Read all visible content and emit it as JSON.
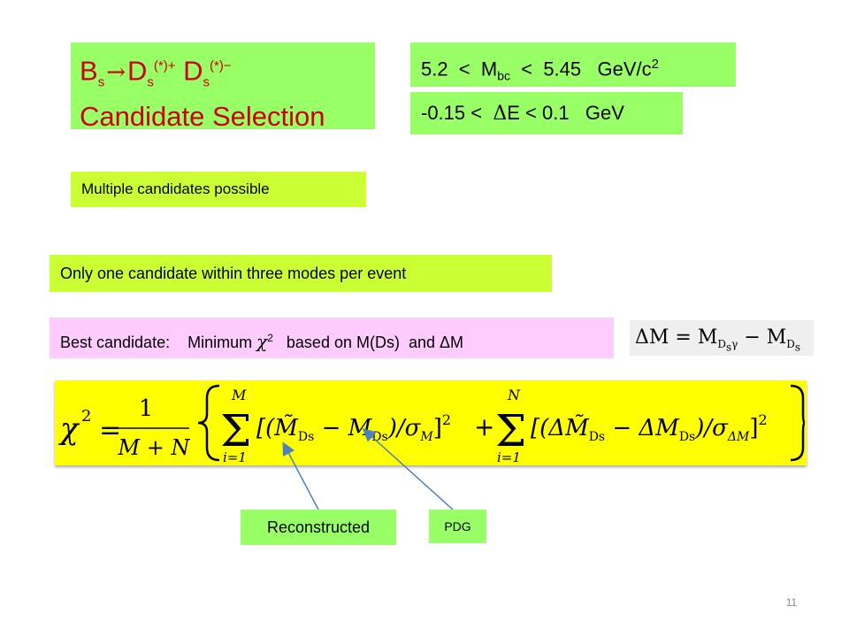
{
  "title": {
    "b": "B",
    "b_sub": "s",
    "arrow": "→",
    "d1": "D",
    "d1_sub": "s",
    "d1_sup": "(*)+",
    "d2": "D",
    "d2_sub": "s",
    "d2_sup": "(*)−",
    "line2": "Candidate Selection"
  },
  "cuts": {
    "mbc_low": "5.2  <  M",
    "mbc_sub": "bc",
    "mbc_high": "  <  5.45   GeV/c",
    "mbc_sup": "2",
    "de_low": "-0.15 <  ",
    "de_delta": "Δ",
    "de_rest": "E < 0.1   GeV"
  },
  "notes": {
    "multiple": "Multiple candidates possible",
    "only_one": "Only one candidate within three modes per event",
    "best_prefix": "Best candidate:    Minimum ",
    "best_chi": "χ",
    "best_chi_sup": "2",
    "best_suffix": "   based on M(Ds)  and ",
    "best_delta": "Δ",
    "best_m": "M"
  },
  "delta_m_formula": {
    "lhs": "ΔM = M",
    "sub1": "D",
    "sub1b": "s",
    "sub1c": "γ",
    "minus": " − M",
    "sub2": "D",
    "sub2b": "s"
  },
  "chi2_formula": {
    "lhs": "χ",
    "lhs_sup": "2",
    "eq": "=",
    "num": "1",
    "den": "M + N",
    "sum1_top": "M",
    "sum1_bot": "i=1",
    "term1": "[(M̃",
    "term1_sub": "Ds",
    "term1_mid": " − M",
    "term1_sub2": "Ds",
    "term1_end": ")/σ",
    "term1_sig": "M",
    "term1_pow": "]",
    "term1_sq": "2",
    "plus": "+",
    "sum2_top": "N",
    "sum2_bot": "i=1",
    "term2": "[(ΔM̃",
    "term2_sub": "Ds",
    "term2_mid": " − ΔM",
    "term2_sub2": "Ds",
    "term2_end": ")/σ",
    "term2_sig": "ΔM",
    "term2_pow": "]",
    "term2_sq": "2"
  },
  "labels": {
    "reconstructed": "Reconstructed",
    "pdg": "PDG"
  },
  "page_number": "11",
  "colors": {
    "green": "#99ff66",
    "lime": "#ccff33",
    "pink": "#ffccff",
    "yellow": "#ffff00",
    "title_red": "#cc0000",
    "arrow_blue": "#4f81bd"
  }
}
